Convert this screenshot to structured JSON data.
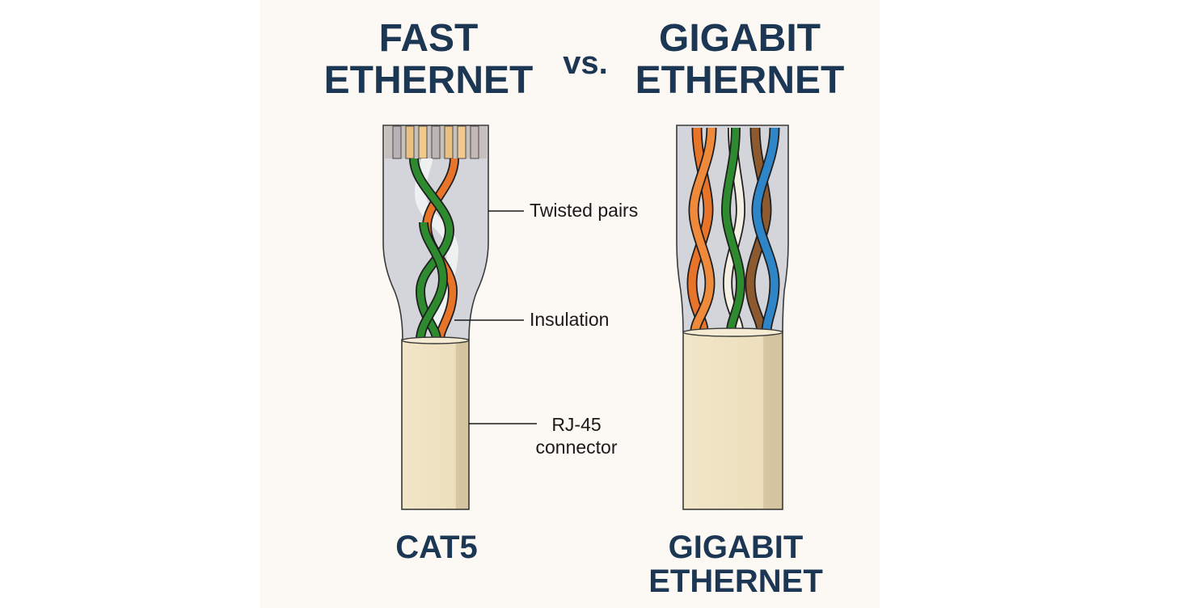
{
  "title": {
    "left_line1": "FAST",
    "left_line2": "ETHERNET",
    "vs": "vs.",
    "right_line1": "GIGABIT",
    "right_line2": "ETHERNET"
  },
  "labels": {
    "twisted_pairs": "Twisted pairs",
    "insulation": "Insulation",
    "rj45_line1": "RJ-45",
    "rj45_line2": "connector"
  },
  "captions": {
    "left": "CAT5",
    "right_line1": "GIGABIT",
    "right_line2": "ETHERNET"
  },
  "colors": {
    "title_text": "#1c3754",
    "background": "#fcf8f3",
    "jacket": "#efe2c2",
    "connector_body": "#d3d3d8",
    "wire_green": "#2e8a2e",
    "wire_orange": "#e8742a",
    "wire_brown": "#8c5a2e",
    "wire_blue": "#2e86c8",
    "wire_white": "#f4f1e4"
  }
}
